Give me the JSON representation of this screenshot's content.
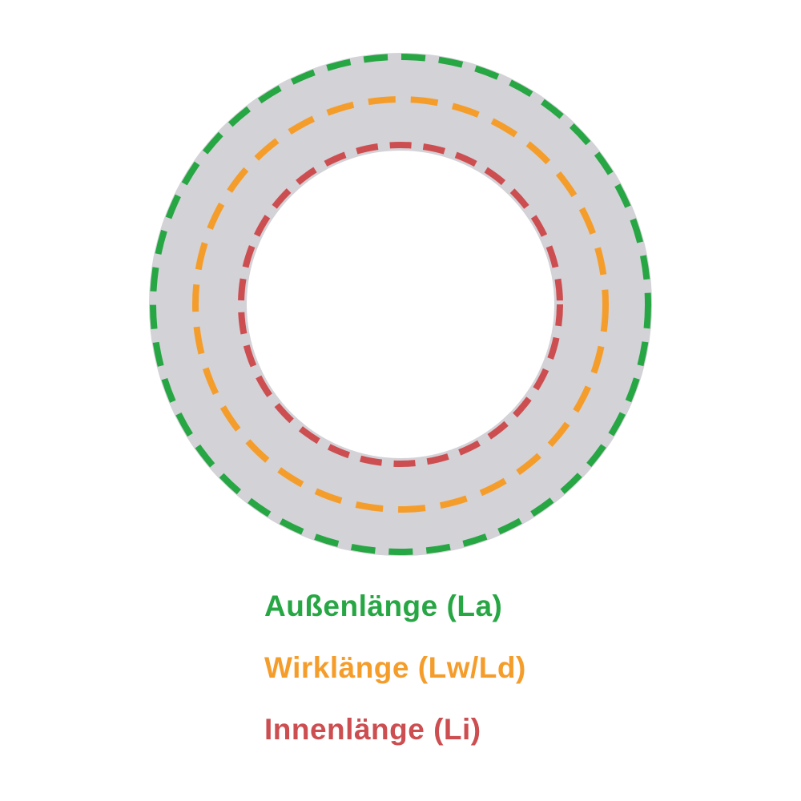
{
  "diagram": {
    "subject": "v-belt-length-diagram",
    "ring": {
      "fill_color": "#d3d2d7"
    },
    "legend": [
      {
        "id": "outer-length",
        "label": "Außenlänge (La)",
        "color": "#27a644"
      },
      {
        "id": "effective-length",
        "label": "Wirklänge (Lw/Ld)",
        "color": "#f59d2b"
      },
      {
        "id": "inner-length",
        "label": "Innenlänge (Li)",
        "color": "#cd4e50"
      }
    ]
  }
}
